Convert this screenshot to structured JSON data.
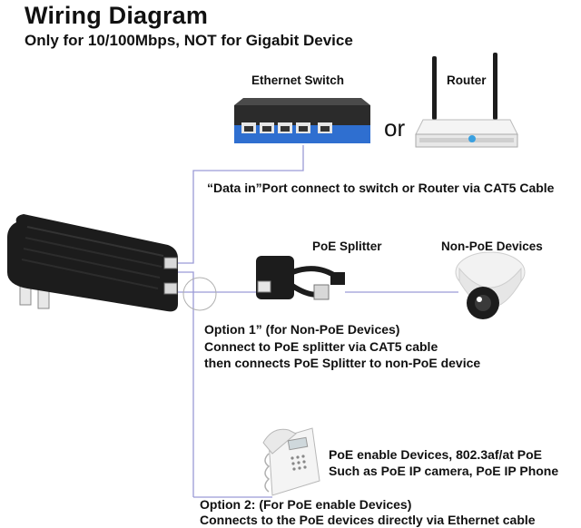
{
  "header": {
    "title": "Wiring Diagram",
    "subtitle": "Only for 10/100Mbps, NOT for Gigabit Device"
  },
  "devices": {
    "ethernet_switch": "Ethernet Switch",
    "or_text": "or",
    "router": "Router",
    "poe_splitter": "PoE Splitter",
    "non_poe_devices": "Non-PoE Devices"
  },
  "notes": {
    "data_in": "“Data in”Port connect to switch or Router via CAT5 Cable",
    "option1_line1": "Option 1” (for Non-PoE Devices)",
    "option1_line2": "Connect to PoE splitter via CAT5 cable",
    "option1_line3": "then connects PoE Splitter to non-PoE device",
    "poe_line1": "PoE enable Devices, 802.3af/at PoE",
    "poe_line2": "Such as PoE IP camera, PoE IP Phone",
    "option2_line1": "Option 2: (For PoE enable Devices)",
    "option2_line2": "Connects to the PoE devices directly via Ethernet cable"
  },
  "colors": {
    "cable": "#9a9ad6",
    "switch_blue": "#2f6fd0",
    "device_black": "#1c1c1c"
  },
  "icons": [
    "poe-injector-icon",
    "ethernet-switch-icon",
    "router-icon",
    "poe-splitter-icon",
    "dome-camera-icon",
    "ip-phone-icon"
  ]
}
